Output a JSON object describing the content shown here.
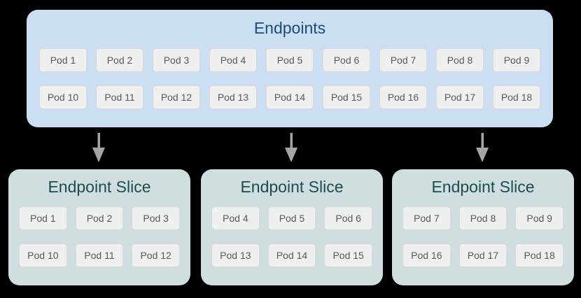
{
  "endpoints": {
    "title": "Endpoints",
    "pods": [
      "Pod 1",
      "Pod 2",
      "Pod 3",
      "Pod 4",
      "Pod 5",
      "Pod 6",
      "Pod 7",
      "Pod 8",
      "Pod 9",
      "Pod 10",
      "Pod 11",
      "Pod 12",
      "Pod 13",
      "Pod 14",
      "Pod 15",
      "Pod 16",
      "Pod 17",
      "Pod 18"
    ]
  },
  "slices": [
    {
      "title": "Endpoint Slice",
      "pods": [
        "Pod 1",
        "Pod 2",
        "Pod 3",
        "Pod 10",
        "Pod 11",
        "Pod 12"
      ]
    },
    {
      "title": "Endpoint Slice",
      "pods": [
        "Pod 4",
        "Pod 5",
        "Pod 6",
        "Pod 13",
        "Pod 14",
        "Pod 15"
      ]
    },
    {
      "title": "Endpoint Slice",
      "pods": [
        "Pod 7",
        "Pod 8",
        "Pod 9",
        "Pod 16",
        "Pod 17",
        "Pod 18"
      ]
    }
  ],
  "icons": {
    "arrow": "down-arrow-icon"
  },
  "colors": {
    "page_bg": "#000000",
    "endpoints_bg": "#cbdef2",
    "endpoints_title": "#1b4b7c",
    "slice_bg": "#cfdfe0",
    "slice_title": "#1e4b50",
    "pod_bg": "#f0f0f0",
    "pod_border": "#d9d9d9",
    "pod_text": "#55585e",
    "arrow": "#a5a5a5"
  }
}
